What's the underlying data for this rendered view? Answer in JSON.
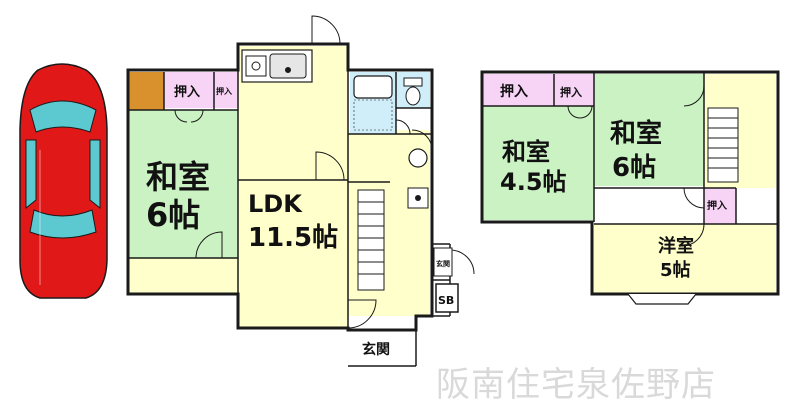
{
  "colors": {
    "tatami": "#cbf2c2",
    "ldk": "#ffffcc",
    "closet": "#f7d3f5",
    "bath": "#cfeefa",
    "wall": "#1a1a1a",
    "car_body": "#e01818",
    "car_glass": "#5cc9d0",
    "tokonoma": "#d9912e",
    "watermark": "#d9d9d9"
  },
  "rooms": {
    "washitsu_left": {
      "name": "和室",
      "size": "6帖"
    },
    "ldk": {
      "name": "LDK",
      "size": "11.5帖"
    },
    "washitsu_mid": {
      "name": "和室",
      "size": "4.5帖"
    },
    "washitsu_right": {
      "name": "和室",
      "size": "6帖"
    },
    "yoshitsu": {
      "name": "洋室",
      "size": "5帖"
    }
  },
  "closets": {
    "oshiire_1": "押入",
    "oshiire_2": "押入",
    "oshiire_3": "押入",
    "oshiire_4": "押入",
    "oshiire_5": "押入"
  },
  "entrance": {
    "genkan": "玄関",
    "genkan_small": "玄関",
    "sb": "SB"
  },
  "watermark": "阪南住宅泉佐野店",
  "icons": [
    "car-icon",
    "kitchen-sink-icon",
    "bathtub-icon",
    "toilet-icon",
    "washbasin-icon",
    "stairs-icon"
  ]
}
